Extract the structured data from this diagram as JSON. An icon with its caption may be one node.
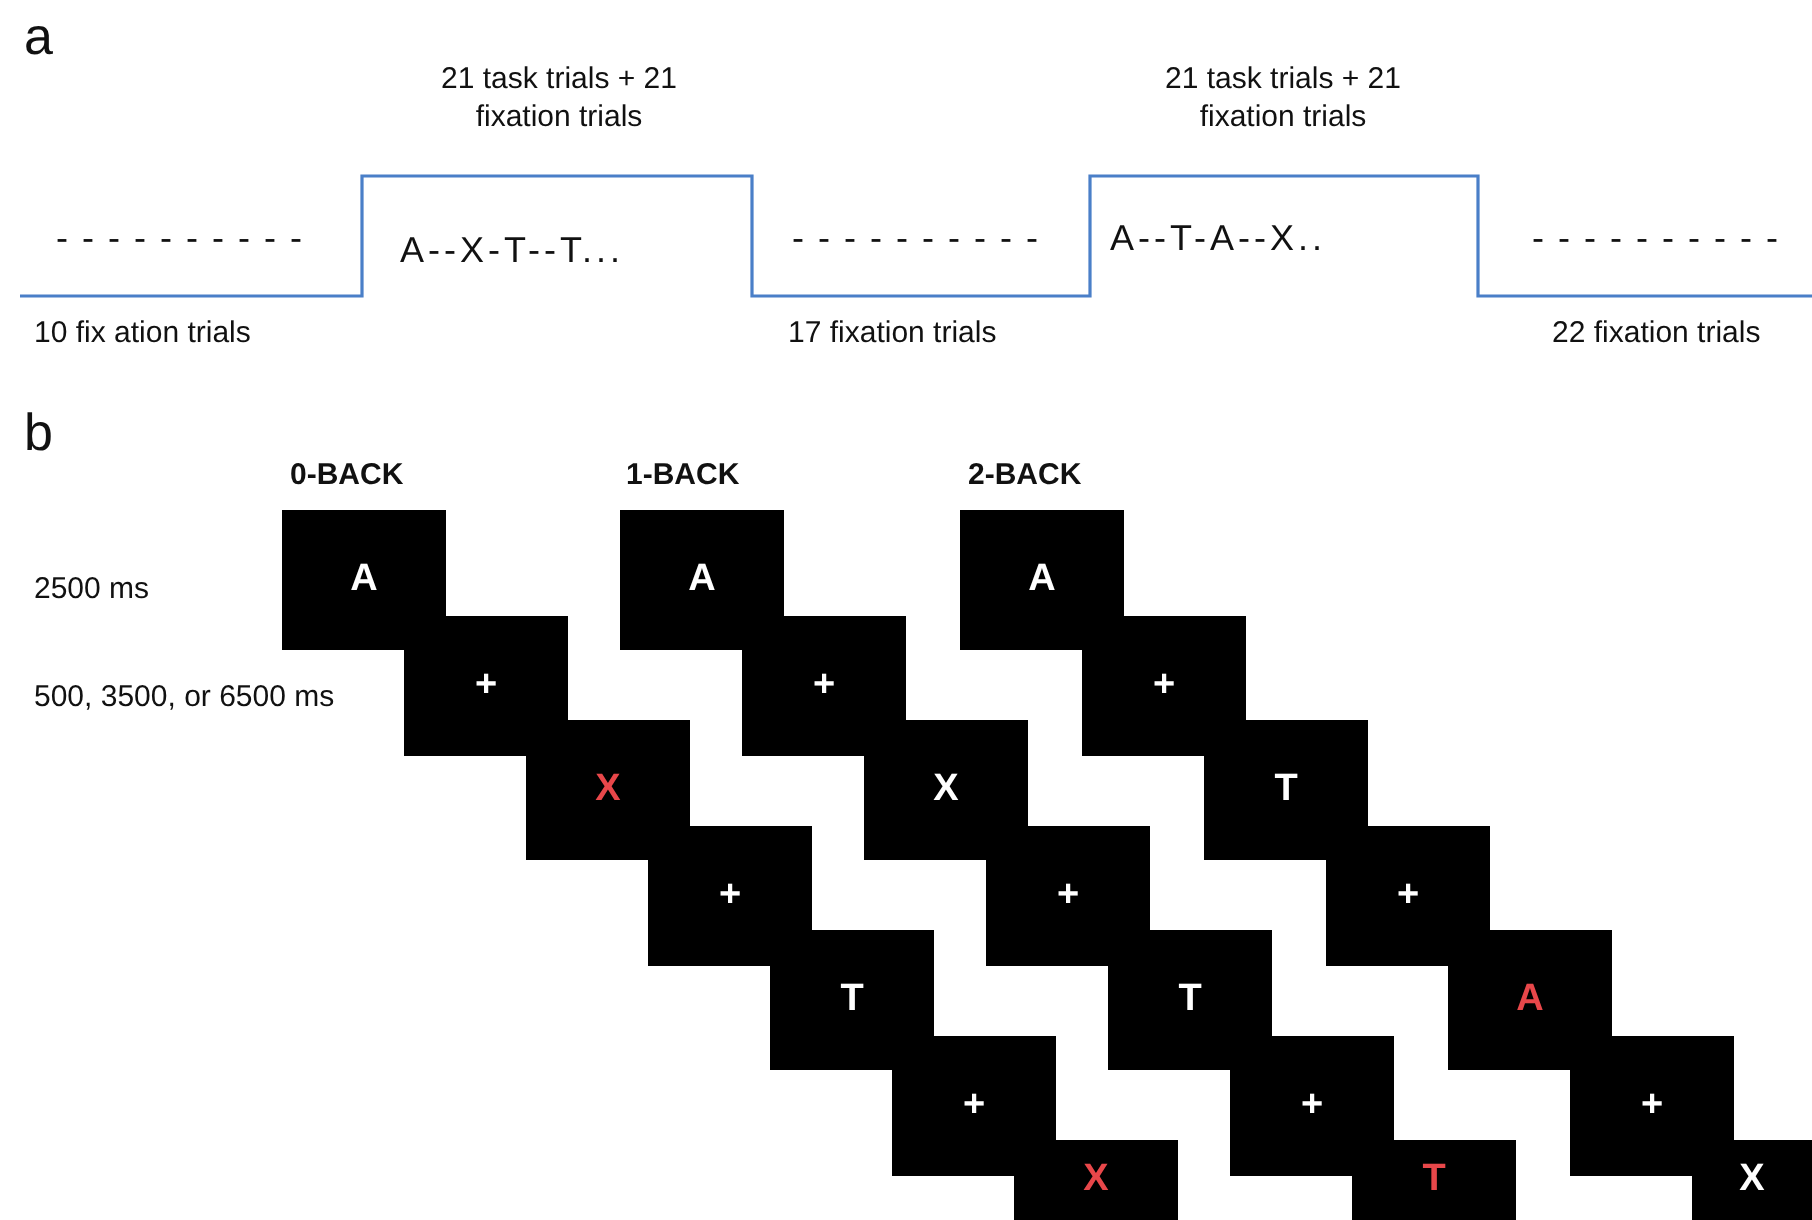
{
  "diagram": {
    "nodes": [
      {
        "text": [
          "A"
        ]
      },
      {
        "text": [
          "+"
        ]
      },
      {
        "text": [
          "X"
        ]
      },
      {
        "text": [
          "+"
        ]
      },
      {
        "text": [
          "T"
        ]
      },
      {
        "text": [
          "+"
        ]
      },
      {
        "text": [
          "X"
        ]
      },
      {
        "text": [
          "A"
        ]
      },
      {
        "text": [
          "+"
        ]
      },
      {
        "text": [
          "X"
        ]
      },
      {
        "text": [
          "+"
        ]
      },
      {
        "text": [
          "T"
        ]
      },
      {
        "text": [
          "+"
        ]
      },
      {
        "text": [
          "T"
        ]
      },
      {
        "text": [
          "A"
        ]
      },
      {
        "text": [
          "+"
        ]
      },
      {
        "text": [
          "T"
        ]
      },
      {
        "text": [
          "+"
        ]
      },
      {
        "text": [
          "A"
        ]
      },
      {
        "text": [
          "+"
        ]
      },
      {
        "text": [
          "X"
        ]
      }
    ],
    "labels": [
      "a",
      "21 task trials + 21 fixation trials",
      "21 task trials + 21 fixation trials",
      "- - - - - - - - - -",
      "A--X-T--T...",
      "- - - - - - - - - -",
      "A--T-A--X..",
      "- - - - - - - - - -",
      "10 fix ation trials",
      "17 fixation trials",
      "22 fixation trials",
      "b",
      "0-BACK",
      "1-BACK",
      "2-BACK",
      "2500 ms",
      "500, 3500, or 6500 ms"
    ]
  }
}
